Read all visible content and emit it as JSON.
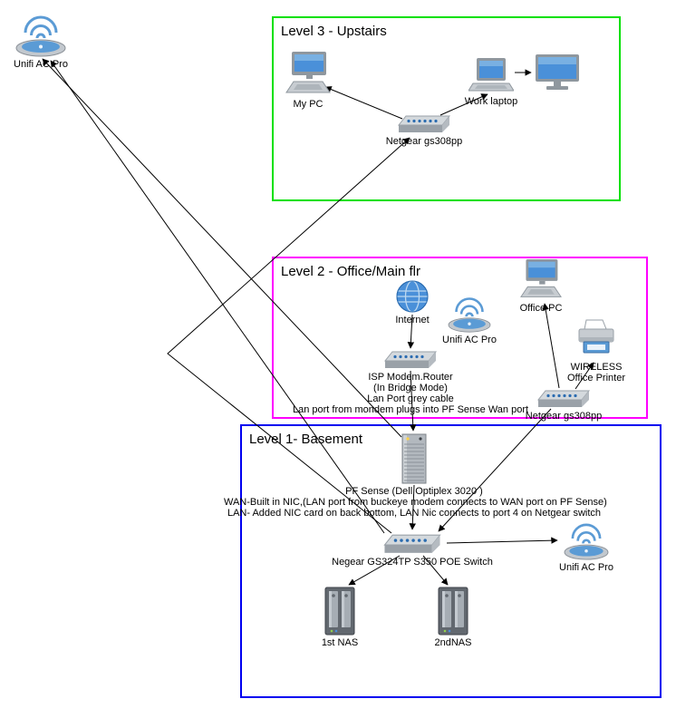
{
  "groups": {
    "level3": {
      "title": "Level 3 - Upstairs",
      "border_color": "#00e000"
    },
    "level2": {
      "title": "Level 2 - Office/Main flr",
      "border_color": "#ff00ff"
    },
    "level1": {
      "title": "Level 1- Basement",
      "border_color": "#0000f0"
    }
  },
  "nodes": {
    "ap_attic": {
      "label": "Unifi AC Pro"
    },
    "my_pc": {
      "label": "My PC"
    },
    "work_laptop": {
      "label": "Work laptop"
    },
    "l3_switch": {
      "label": "Netgear gs308pp"
    },
    "internet": {
      "label": "Internet"
    },
    "ap_office": {
      "label": "Unifi AC Pro"
    },
    "office_pc": {
      "label": "Office PC"
    },
    "printer": {
      "label_line1": "WIRELESS",
      "label_line2": "Office Printer"
    },
    "modem": {
      "line1": "ISP Modem.Router",
      "line2": "(In Bridge Mode)",
      "line3": "Lan Port grey cable",
      "line4": "Lan port from mondem plugs into PF Sense Wan port"
    },
    "l2_switch": {
      "label": "Netgear gs308pp"
    },
    "pfsense": {
      "label": "PF Sense (Dell Optiplex 3020 )",
      "note1": "WAN-Built in NIC,(LAN port from buckeye modem connects to WAN port on PF Sense)",
      "note2": "LAN- Added NIC card on back bottom, LAN Nic connects to port 4 on Netgear switch"
    },
    "poe_switch": {
      "label": "Negear GS324TP S350 POE Switch"
    },
    "ap_basement": {
      "label": "Unifi AC Pro"
    },
    "nas1": {
      "label": "1st NAS"
    },
    "nas2": {
      "label": "2ndNAS"
    }
  }
}
